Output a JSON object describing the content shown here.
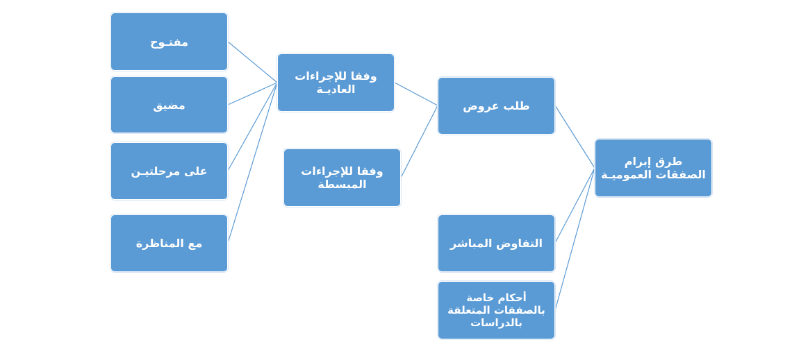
{
  "diagram": {
    "colors": {
      "node_fill": "#5b9bd5",
      "node_text": "#ffffff",
      "connector": "#5b9bd5"
    },
    "nodes": {
      "root": "طرق إبرام الصفقات العموميـة",
      "talab": "طلب عروض",
      "tafawud": "التفاوض المباشر",
      "ahkam": "أحكام خاصة بالصفقات المتعلقة بالدراسات",
      "ijraat_adiya": "وفقا للإجراءات العاديـة",
      "ijraat_mubassata": "وفقا للإجراءات المبسطة",
      "maftouh": "مفتـوح",
      "mudayyaq": "مضيق",
      "marhalatayn": "على مرحلتيـن",
      "munazara": "مع المناظرة"
    }
  }
}
